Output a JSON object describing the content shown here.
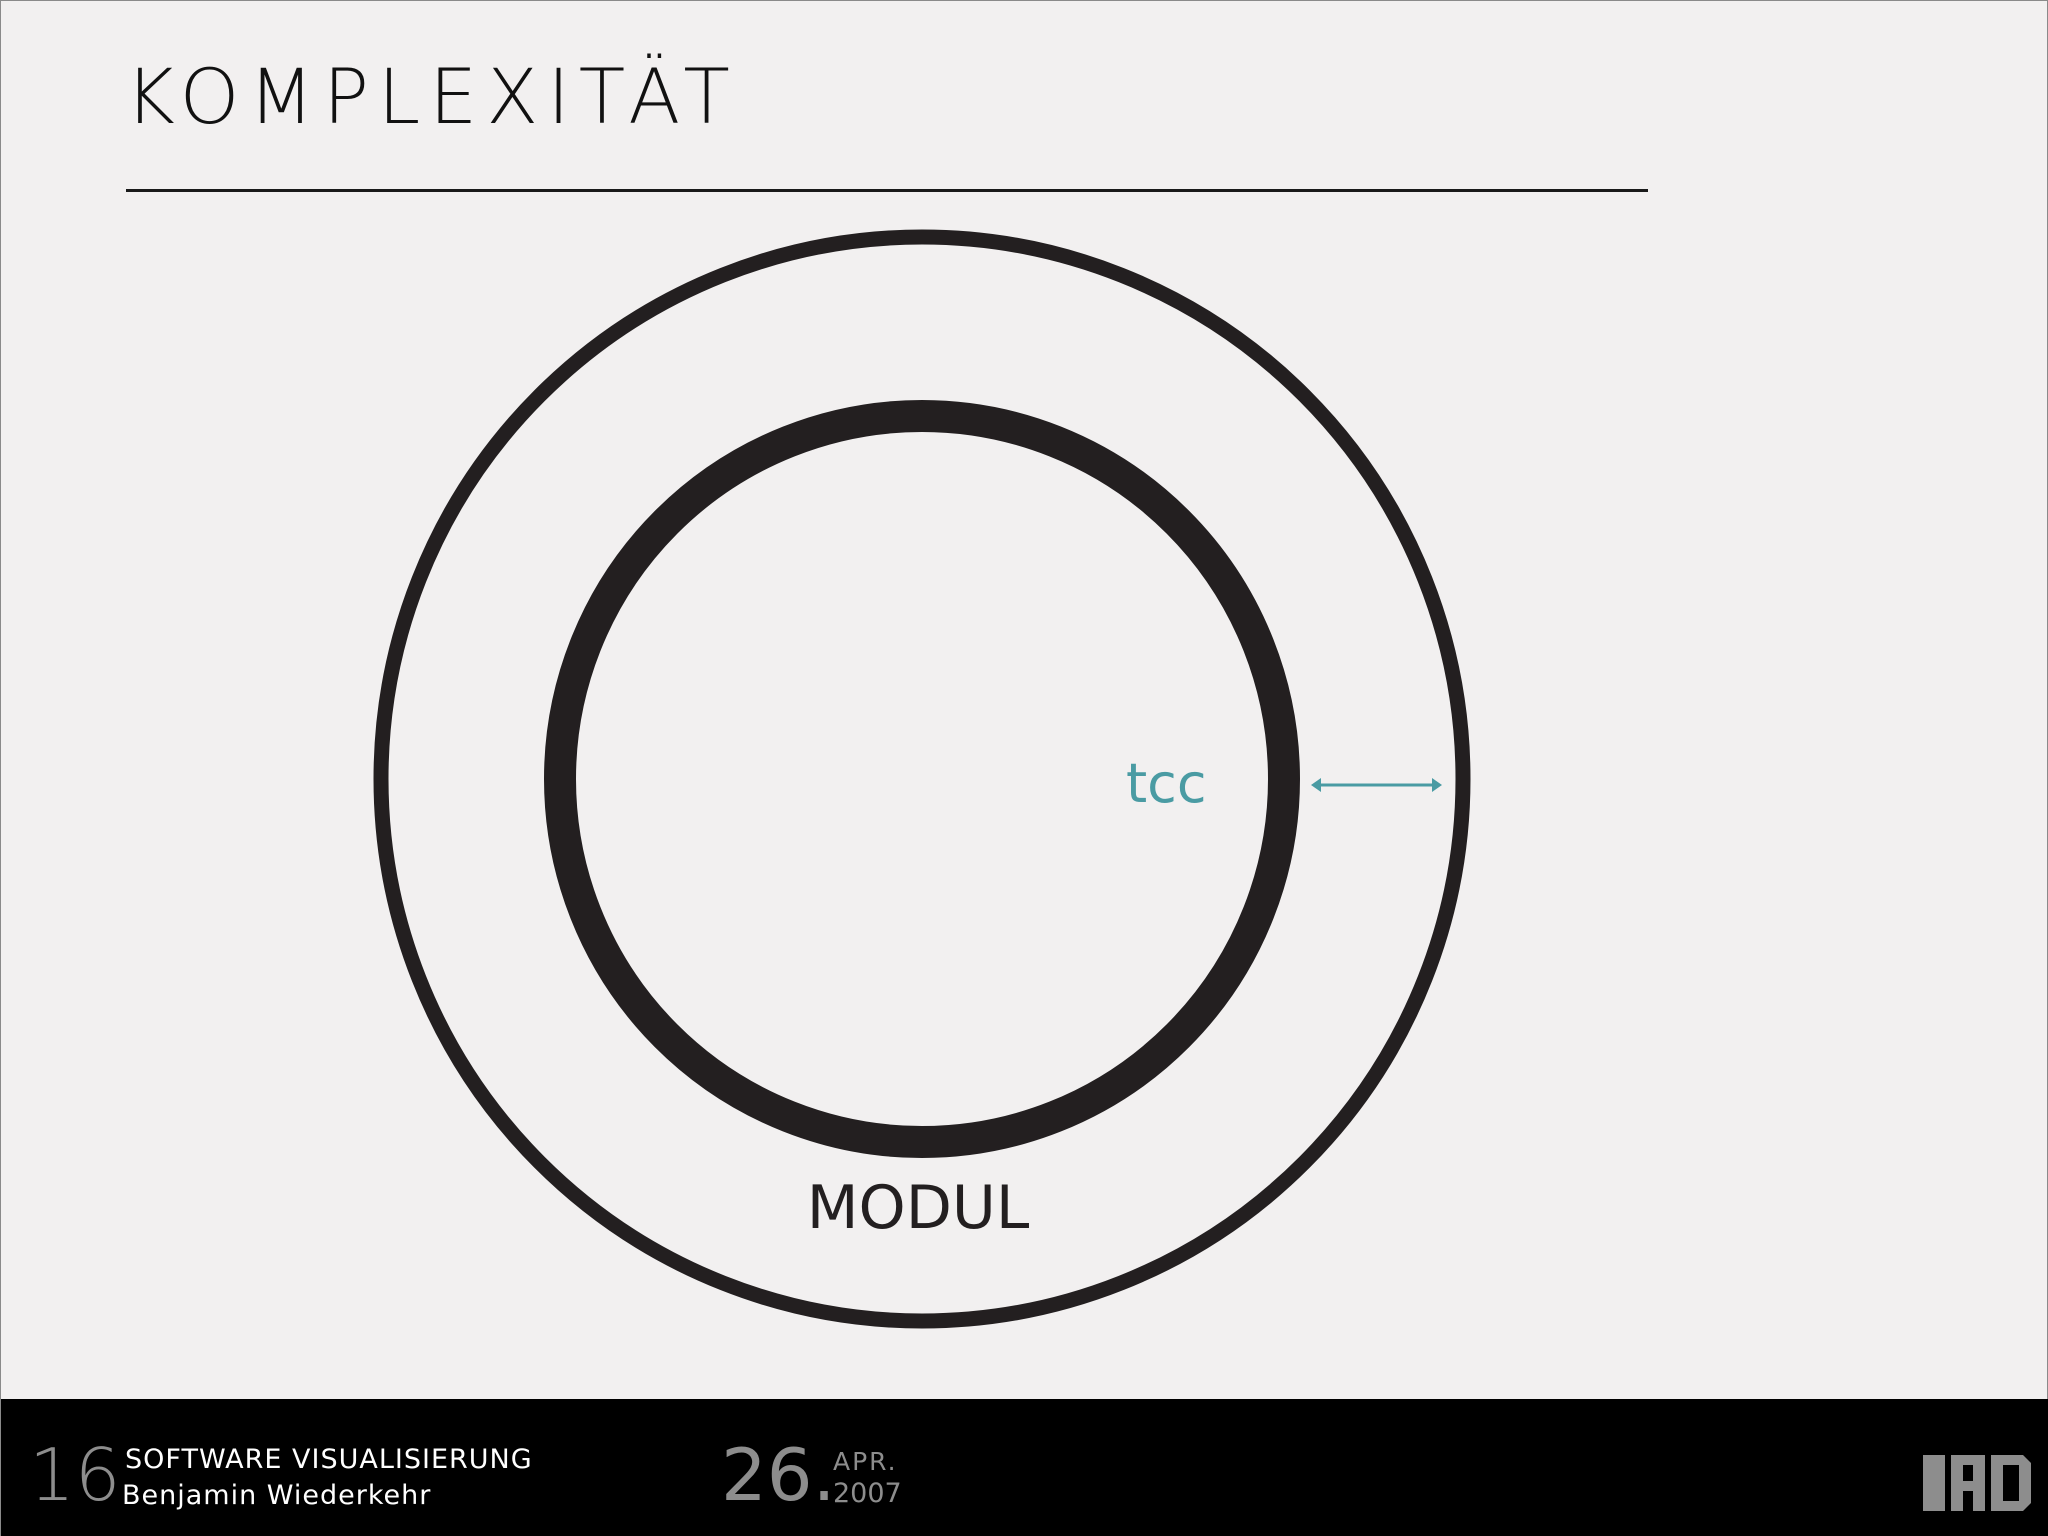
{
  "slide": {
    "title": "KOMPLEXITÄT"
  },
  "diagram": {
    "module_label": "MODUL",
    "measure_label": "tcc",
    "accent_color": "#4a9ba3"
  },
  "footer": {
    "slide_number": "16",
    "course": "SOFTWARE VISUALISIERUNG",
    "author": "Benjamin Wiederkehr",
    "day": "26.",
    "month": "APR.",
    "year": "2007",
    "logo": "IAD"
  }
}
